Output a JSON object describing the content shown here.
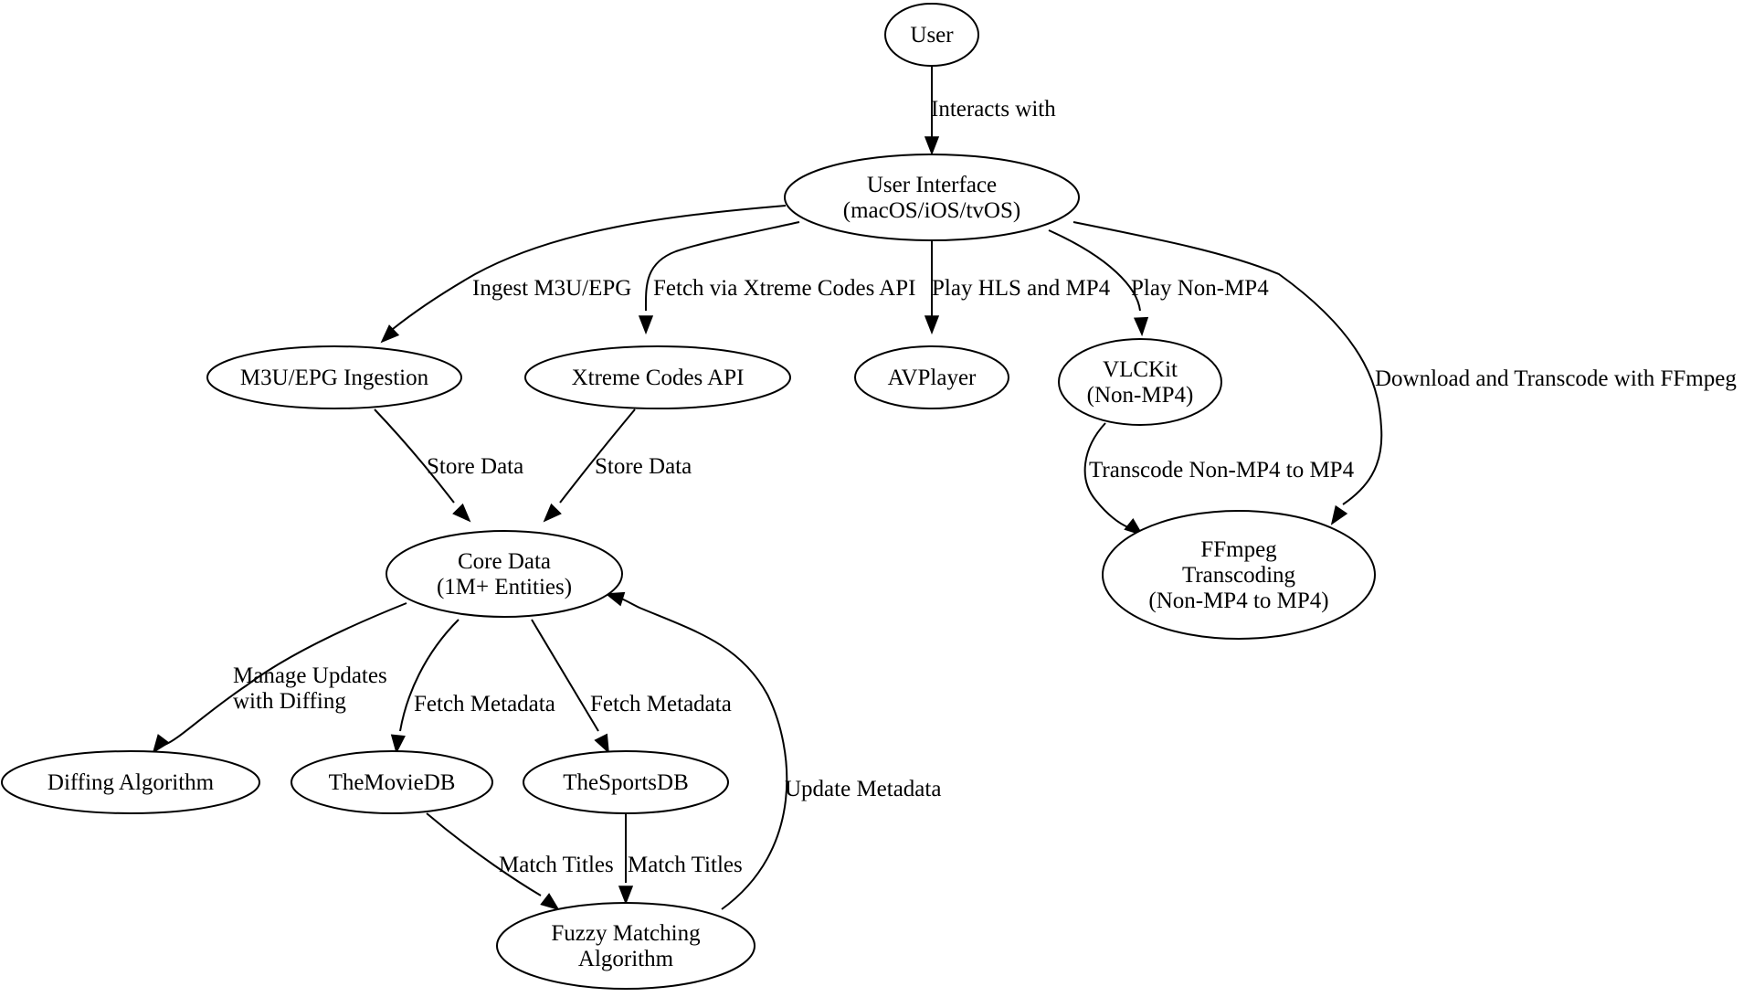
{
  "nodes": [
    {
      "id": "user",
      "lines": [
        "User"
      ]
    },
    {
      "id": "ui",
      "lines": [
        "User Interface",
        "(macOS/iOS/tvOS)"
      ]
    },
    {
      "id": "m3u",
      "lines": [
        "M3U/EPG Ingestion"
      ]
    },
    {
      "id": "xtreme",
      "lines": [
        "Xtreme Codes API"
      ]
    },
    {
      "id": "avplayer",
      "lines": [
        "AVPlayer"
      ]
    },
    {
      "id": "vlckit",
      "lines": [
        "VLCKit",
        "(Non-MP4)"
      ]
    },
    {
      "id": "ffmpeg",
      "lines": [
        "FFmpeg",
        "Transcoding",
        "(Non-MP4 to MP4)"
      ]
    },
    {
      "id": "coredata",
      "lines": [
        "Core Data",
        "(1M+ Entities)"
      ]
    },
    {
      "id": "diffing",
      "lines": [
        "Diffing Algorithm"
      ]
    },
    {
      "id": "moviedb",
      "lines": [
        "TheMovieDB"
      ]
    },
    {
      "id": "sportsdb",
      "lines": [
        "TheSportsDB"
      ]
    },
    {
      "id": "fuzzy",
      "lines": [
        "Fuzzy Matching",
        "Algorithm"
      ]
    }
  ],
  "edges": [
    {
      "id": "user-ui",
      "from": "user",
      "to": "ui",
      "lines": [
        "Interacts with"
      ]
    },
    {
      "id": "ui-m3u",
      "from": "ui",
      "to": "m3u",
      "lines": [
        "Ingest M3U/EPG"
      ]
    },
    {
      "id": "ui-xtreme",
      "from": "ui",
      "to": "xtreme",
      "lines": [
        "Fetch via Xtreme Codes API"
      ]
    },
    {
      "id": "ui-avplayer",
      "from": "ui",
      "to": "avplayer",
      "lines": [
        "Play HLS and MP4"
      ]
    },
    {
      "id": "ui-vlckit",
      "from": "ui",
      "to": "vlckit",
      "lines": [
        "Play Non-MP4"
      ]
    },
    {
      "id": "ui-ffmpeg",
      "from": "ui",
      "to": "ffmpeg",
      "lines": [
        "Download and Transcode with FFmpeg"
      ]
    },
    {
      "id": "m3u-coredata",
      "from": "m3u",
      "to": "coredata",
      "lines": [
        "Store Data"
      ]
    },
    {
      "id": "xtreme-coredata",
      "from": "xtreme",
      "to": "coredata",
      "lines": [
        "Store Data"
      ]
    },
    {
      "id": "vlckit-ffmpeg",
      "from": "vlckit",
      "to": "ffmpeg",
      "lines": [
        "Transcode Non-MP4 to MP4"
      ]
    },
    {
      "id": "coredata-diffing",
      "from": "coredata",
      "to": "diffing",
      "lines": [
        "Manage Updates",
        "with Diffing"
      ]
    },
    {
      "id": "coredata-moviedb",
      "from": "coredata",
      "to": "moviedb",
      "lines": [
        "Fetch Metadata"
      ]
    },
    {
      "id": "coredata-sportsdb",
      "from": "coredata",
      "to": "sportsdb",
      "lines": [
        "Fetch Metadata"
      ]
    },
    {
      "id": "moviedb-fuzzy",
      "from": "moviedb",
      "to": "fuzzy",
      "lines": [
        "Match Titles"
      ]
    },
    {
      "id": "sportsdb-fuzzy",
      "from": "sportsdb",
      "to": "fuzzy",
      "lines": [
        "Match Titles"
      ]
    },
    {
      "id": "fuzzy-coredata",
      "from": "fuzzy",
      "to": "coredata",
      "lines": [
        "Update Metadata"
      ]
    }
  ]
}
